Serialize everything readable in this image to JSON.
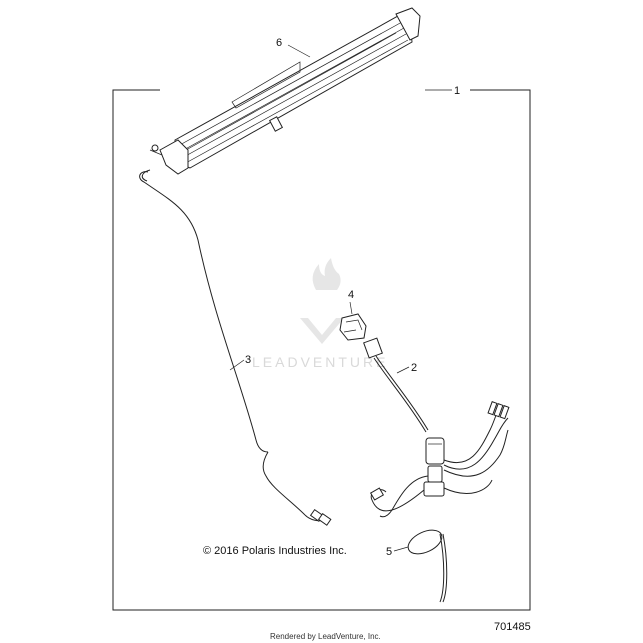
{
  "diagram": {
    "callouts": [
      "1",
      "2",
      "3",
      "4",
      "5",
      "6"
    ],
    "copyright": "© 2016 Polaris Industries Inc.",
    "part_number": "701485",
    "rendered_by": "Rendered by LeadVenture, Inc.",
    "watermark": "LEADVENTURE"
  }
}
